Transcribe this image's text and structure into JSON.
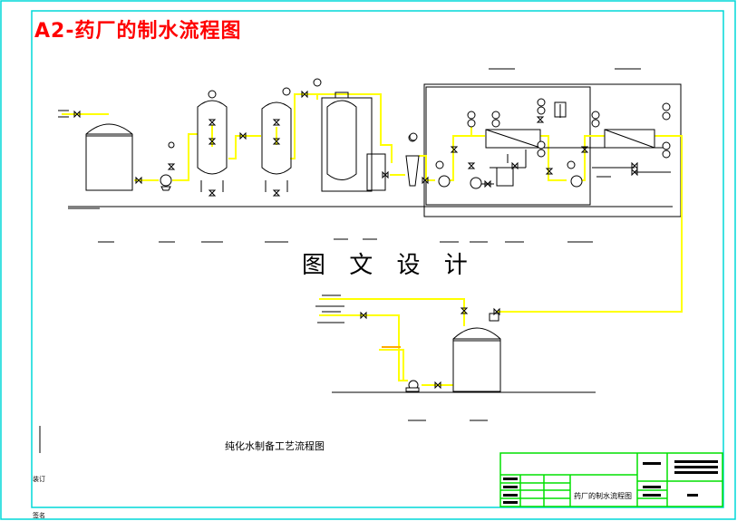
{
  "title": "A2-药厂的制水流程图",
  "watermark": "图 文 设 计",
  "caption": "纯化水制备工艺流程图",
  "title_block": {
    "drawing_name": "药厂的制水流程图"
  },
  "side_stamps": {
    "left_upper": "装订",
    "left_lower": "签名"
  },
  "colors": {
    "frame": "#00d8d8",
    "title_block": "#00e000",
    "pipe": "#ffff00",
    "line": "#000000",
    "title_text": "#ff0000",
    "label_text": "#c0c000",
    "dosing_text": "#ffaa00"
  }
}
